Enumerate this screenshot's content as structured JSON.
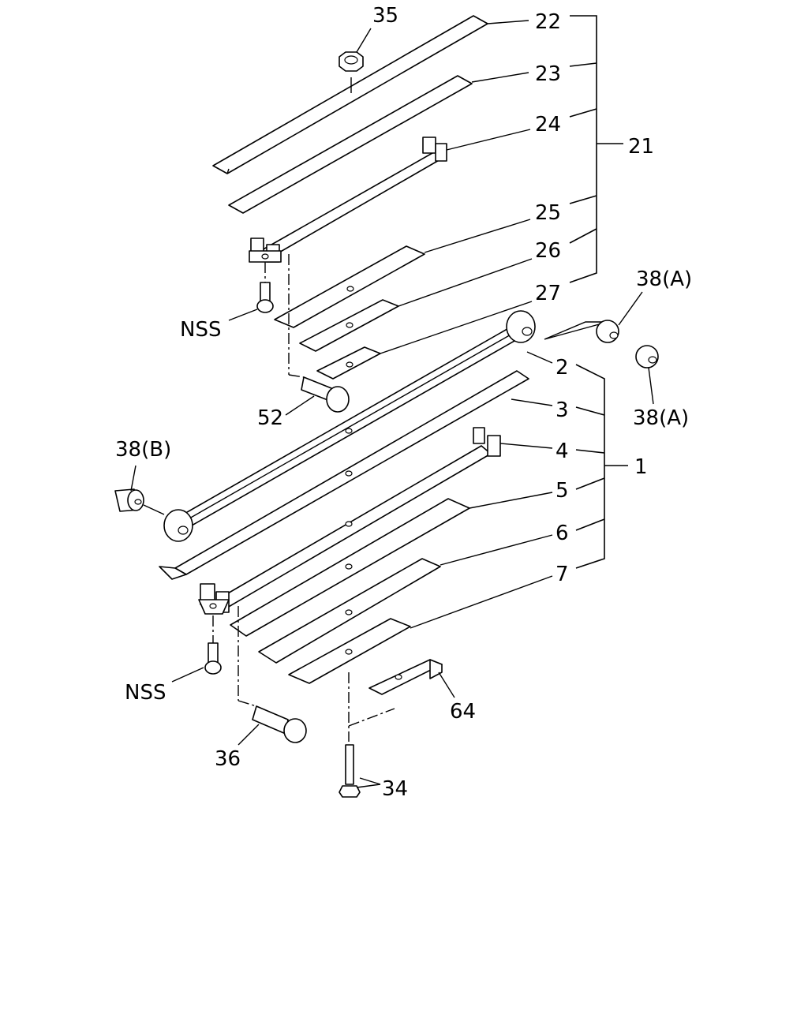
{
  "callouts": {
    "p35": "35",
    "p22": "22",
    "p23": "23",
    "p24": "24",
    "p21": "21",
    "p25": "25",
    "p26": "26",
    "p27": "27",
    "nss_top": "NSS",
    "p52": "52",
    "p38a_top": "38(A)",
    "p38a_bottom": "38(A)",
    "p38b": "38(B)",
    "p2": "2",
    "p3": "3",
    "p4": "4",
    "p1": "1",
    "p5": "5",
    "p6": "6",
    "p7": "7",
    "nss_bottom": "NSS",
    "p64": "64",
    "p36": "36",
    "p34": "34"
  }
}
